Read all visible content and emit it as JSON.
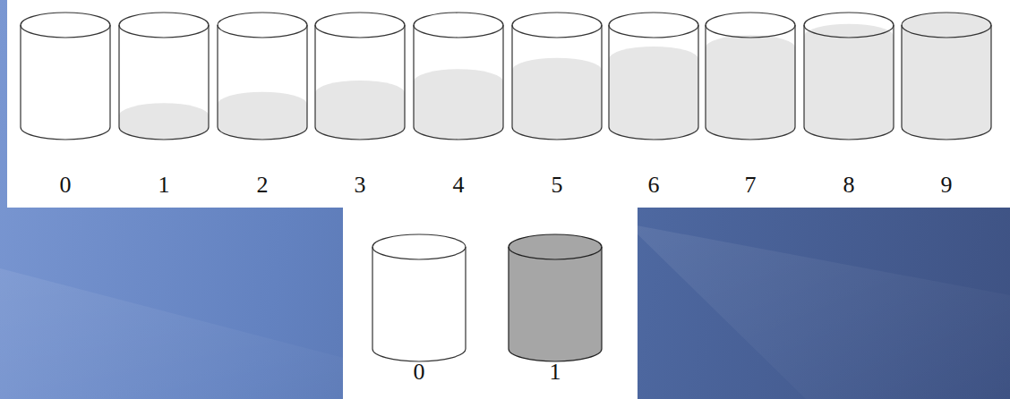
{
  "diagram": {
    "labels": [
      "0",
      "1",
      "2",
      "3",
      "4",
      "5",
      "6",
      "7",
      "8",
      "9",
      "0",
      "1"
    ]
  }
}
